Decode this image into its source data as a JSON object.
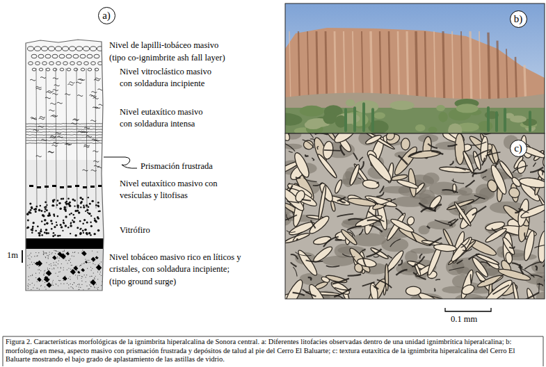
{
  "diagram": {
    "nodes": [
      {
        "text": [
          "a)"
        ]
      },
      {
        "text": [
          "b)"
        ]
      },
      {
        "text": [
          "c)"
        ]
      }
    ],
    "labels": [
      "Nivel de lapilli-tobáceo masivo",
      "(tipo co-ignimbrite ash fall layer)",
      "Nivel vitroclástico masivo con soldadura incipiente",
      "Nivel eutaxítico masivo con soldadura intensa",
      "Prismación frustrada",
      "Nivel eutaxítico masivo con vesículas y litofisas",
      "Vitrófiro",
      "1m",
      "Nivel tobáceo masivo rico en líticos y cristales, con soldadura incipiente;",
      "(tipo ground surge)",
      "0.1 mm"
    ],
    "caption": "Figura 2. Características morfológicas de la ignimbrita hiperalcalina de Sonora central. a: Diferentes litofacies observadas dentro de una unidad ignimbrítica hiperalcalina; b: morfología en mesa, aspecto masivo con prismación frustrada y depósitos de talud al pie del Cerro El Baluarte; c: textura eutaxítica de la ignimbrita hiperalcalina del Cerro El Baluarte mostrando el bajo grado de aplastamiento de las astillas de vidrio."
  }
}
